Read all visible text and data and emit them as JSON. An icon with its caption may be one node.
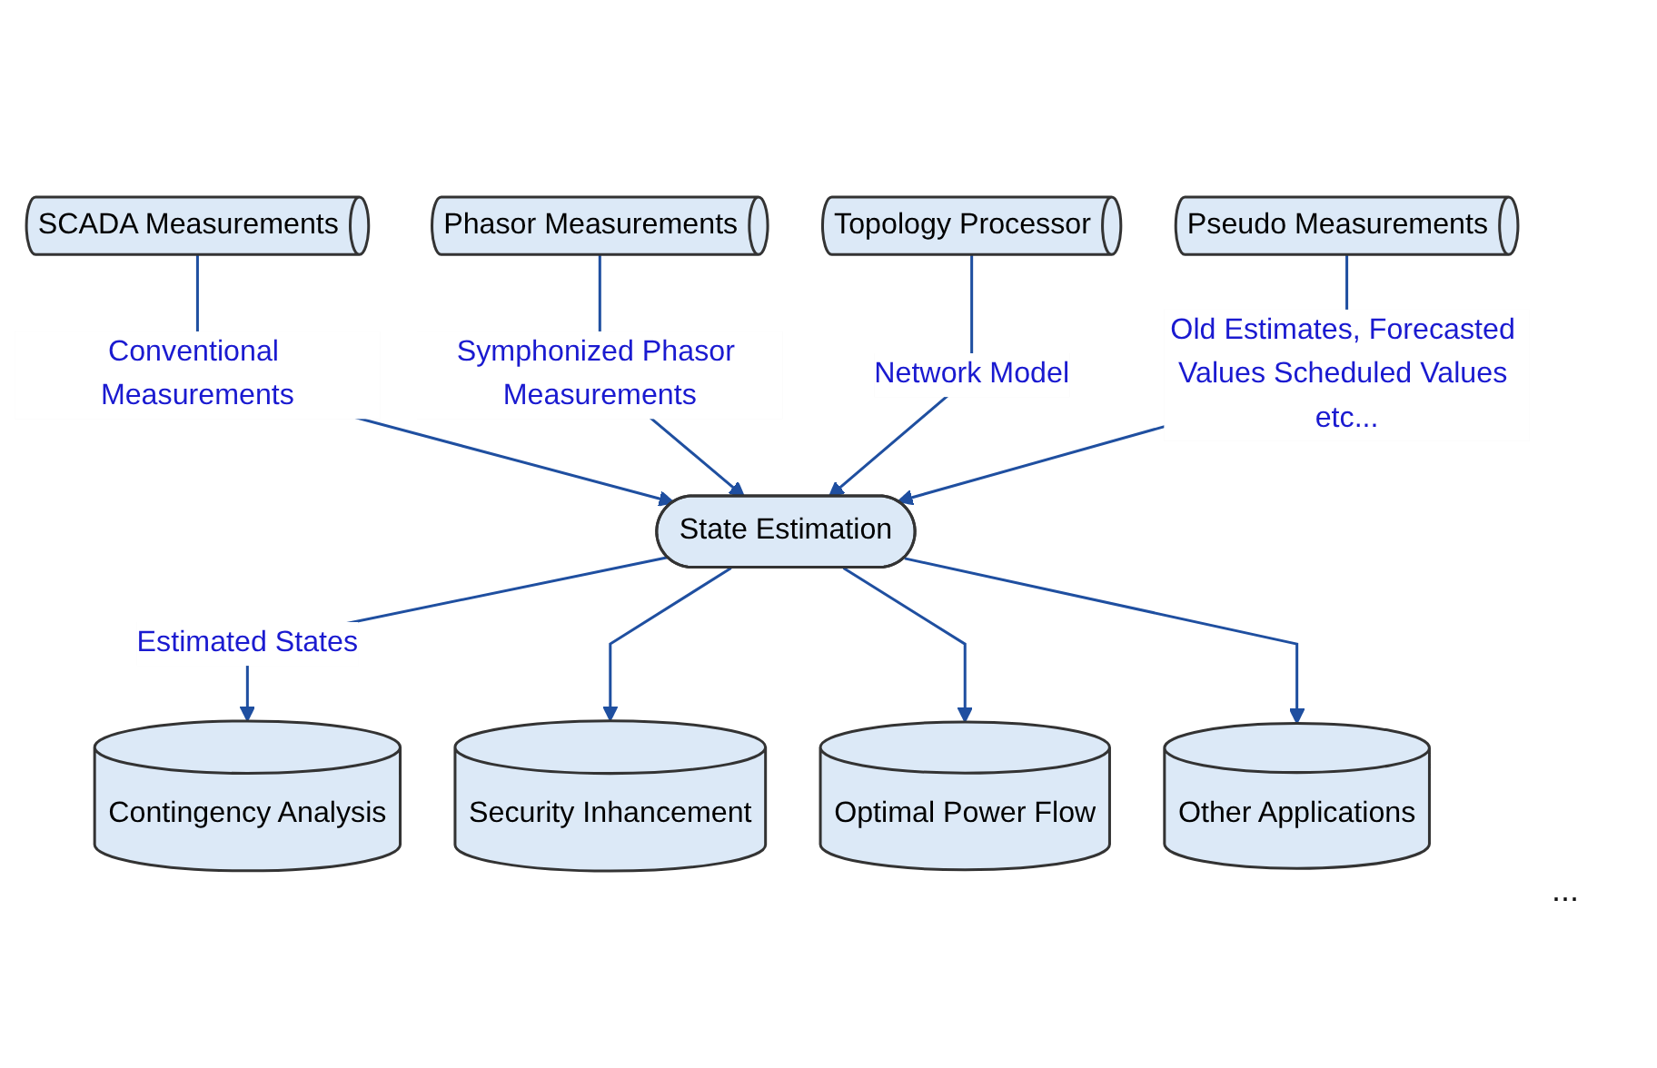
{
  "diagram": {
    "nodes": [
      {
        "text": [
          "SCADA Measurements"
        ]
      },
      {
        "text": [
          "Phasor Measurements"
        ]
      },
      {
        "text": [
          "Topology Processor"
        ]
      },
      {
        "text": [
          "Pseudo Measurements"
        ]
      },
      {
        "text": [
          "State Estimation"
        ]
      },
      {
        "text": [
          "Contingency Analysis"
        ]
      },
      {
        "text": [
          "Security Inhancement"
        ]
      },
      {
        "text": [
          "Optimal Power Flow"
        ]
      },
      {
        "text": [
          "Other Applications"
        ]
      }
    ],
    "edges": [
      {
        "from": 0,
        "to": 4,
        "arrow": "to",
        "label": "Conventional Measurements"
      },
      {
        "from": 1,
        "to": 4,
        "arrow": "to",
        "label": "Symphonized Phasor Measurements"
      },
      {
        "from": 2,
        "to": 4,
        "arrow": "to",
        "label": "Network Model"
      },
      {
        "from": 3,
        "to": 4,
        "arrow": "to",
        "label": "Old Estimates, Forecasted Values Scheduled Values etc..."
      },
      {
        "from": 4,
        "to": 5,
        "arrow": "to",
        "label": "Estimated States"
      },
      {
        "from": 4,
        "to": 6,
        "arrow": "to"
      },
      {
        "from": 4,
        "to": 7,
        "arrow": "to"
      },
      {
        "from": 4,
        "to": 8,
        "arrow": "to"
      }
    ],
    "labels": [
      "..."
    ]
  }
}
